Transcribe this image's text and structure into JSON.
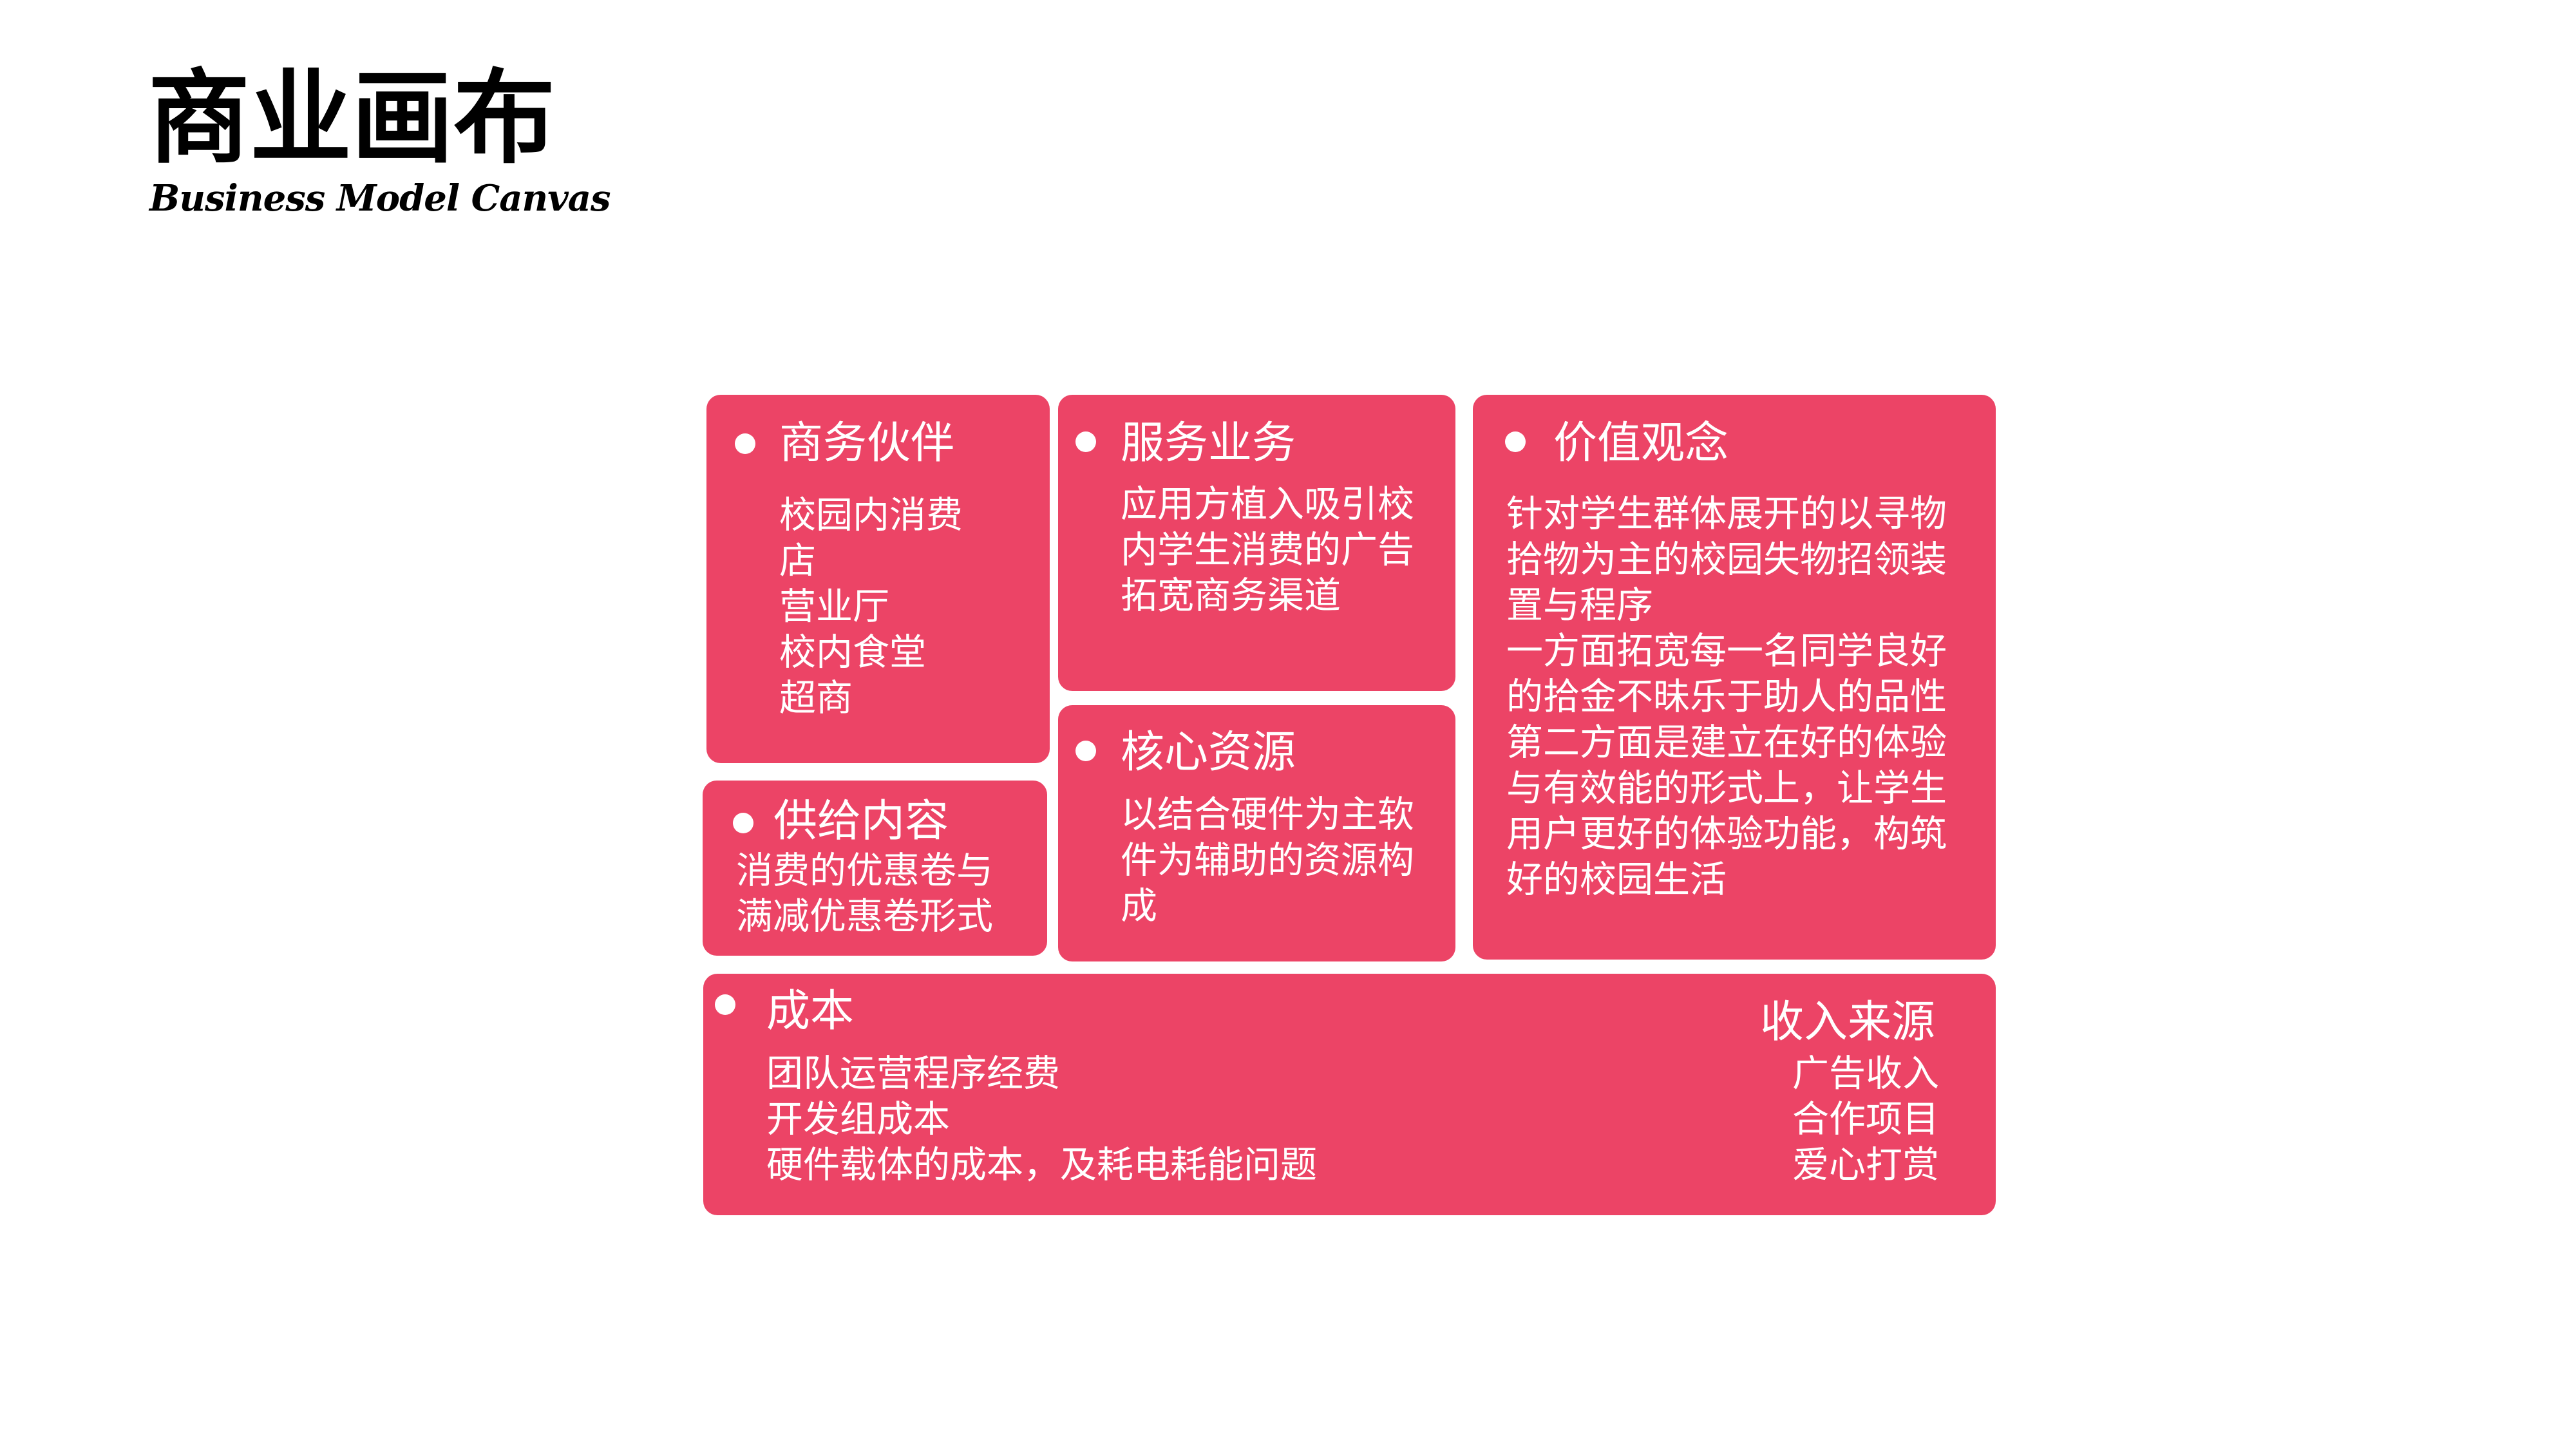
{
  "page": {
    "title": "商业画布",
    "subtitle": "Business Model Canvas"
  },
  "colors": {
    "accent": "#ec4466",
    "text_on_card": "#ffffff",
    "background": "#ffffff"
  },
  "blocks": {
    "partners": {
      "title": "商务伙伴",
      "lines": [
        "校园内消费",
        "店",
        "营业厅",
        "校内食堂",
        "超商"
      ]
    },
    "supply": {
      "title": "供给内容",
      "lines": [
        "消费的优惠卷与",
        "满减优惠卷形式"
      ]
    },
    "services": {
      "title": "服务业务",
      "lines": [
        "应用方植入吸引校",
        "内学生消费的广告",
        "拓宽商务渠道"
      ]
    },
    "resources": {
      "title": "核心资源",
      "lines": [
        "以结合硬件为主软",
        "件为辅助的资源构",
        "成"
      ]
    },
    "values": {
      "title": "价值观念",
      "lines": [
        "针对学生群体展开的以寻物",
        "拾物为主的校园失物招领装",
        "置与程序",
        "一方面拓宽每一名同学良好",
        "的拾金不昧乐于助人的品性",
        "第二方面是建立在好的体验",
        "与有效能的形式上，让学生",
        "用户更好的体验功能，构筑",
        "好的校园生活"
      ]
    },
    "cost": {
      "title": "成本",
      "lines": [
        "团队运营程序经费",
        "开发组成本",
        "硬件载体的成本，及耗电耗能问题"
      ]
    },
    "revenue": {
      "title": "收入来源",
      "lines": [
        "广告收入",
        "合作项目",
        "爱心打赏"
      ]
    }
  }
}
